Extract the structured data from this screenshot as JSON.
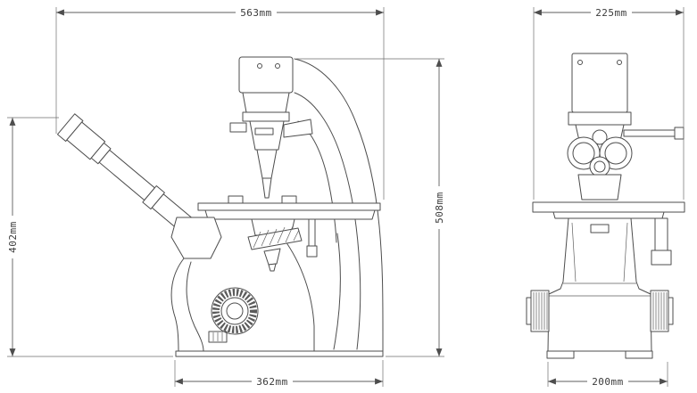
{
  "drawing": {
    "side_view": {
      "top_width_label": "563mm",
      "height_left_label": "402mm",
      "height_right_label": "508mm",
      "base_width_label": "362mm"
    },
    "front_view": {
      "top_width_label": "225mm",
      "base_width_label": "200mm"
    },
    "colors": {
      "line": "#4d4d4d",
      "dimension_line": "#5c5c5c",
      "text": "#3a3a3a",
      "background": "#ffffff"
    }
  }
}
